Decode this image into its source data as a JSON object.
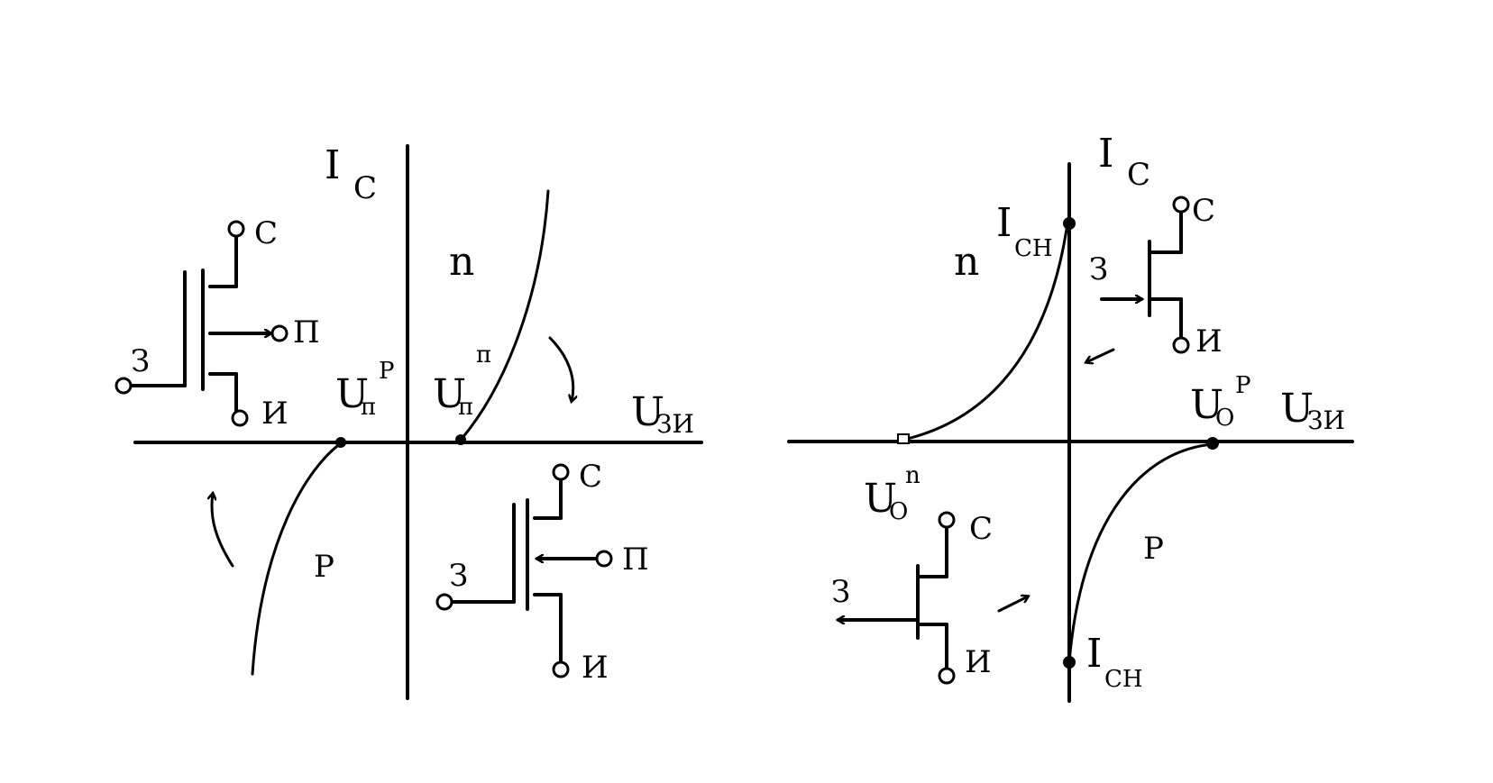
{
  "left_graph": {
    "y_axis_main": "I",
    "y_axis_sub": "C",
    "x_axis_main": "U",
    "x_axis_sub": "ЗИ",
    "n_region": "n",
    "p_region": "P",
    "threshold_p_main": "U",
    "threshold_p_sub": "п",
    "threshold_p_sup": "P",
    "threshold_n_main": "U",
    "threshold_n_sub": "п",
    "threshold_n_sup": "п",
    "mosfet_top": {
      "gate": "З",
      "drain": "С",
      "substrate": "П",
      "source": "И"
    },
    "mosfet_bottom": {
      "gate": "З",
      "drain": "С",
      "substrate": "П",
      "source": "И"
    }
  },
  "right_graph": {
    "y_axis_main": "I",
    "y_axis_sub": "C",
    "x_axis_main": "U",
    "x_axis_sub": "ЗИ",
    "n_region": "n",
    "p_region": "P",
    "cutoff_p_main": "U",
    "cutoff_p_sub": "O",
    "cutoff_p_sup": "P",
    "cutoff_n_main": "U",
    "cutoff_n_sub": "O",
    "cutoff_n_sup": "n",
    "sat_top_main": "I",
    "sat_top_sub": "CH",
    "sat_bottom_main": "I",
    "sat_bottom_sub": "CH",
    "jfet_top": {
      "gate": "З",
      "drain": "С",
      "source": "И"
    },
    "jfet_bottom": {
      "gate": "З",
      "drain": "С",
      "source": "И"
    }
  }
}
